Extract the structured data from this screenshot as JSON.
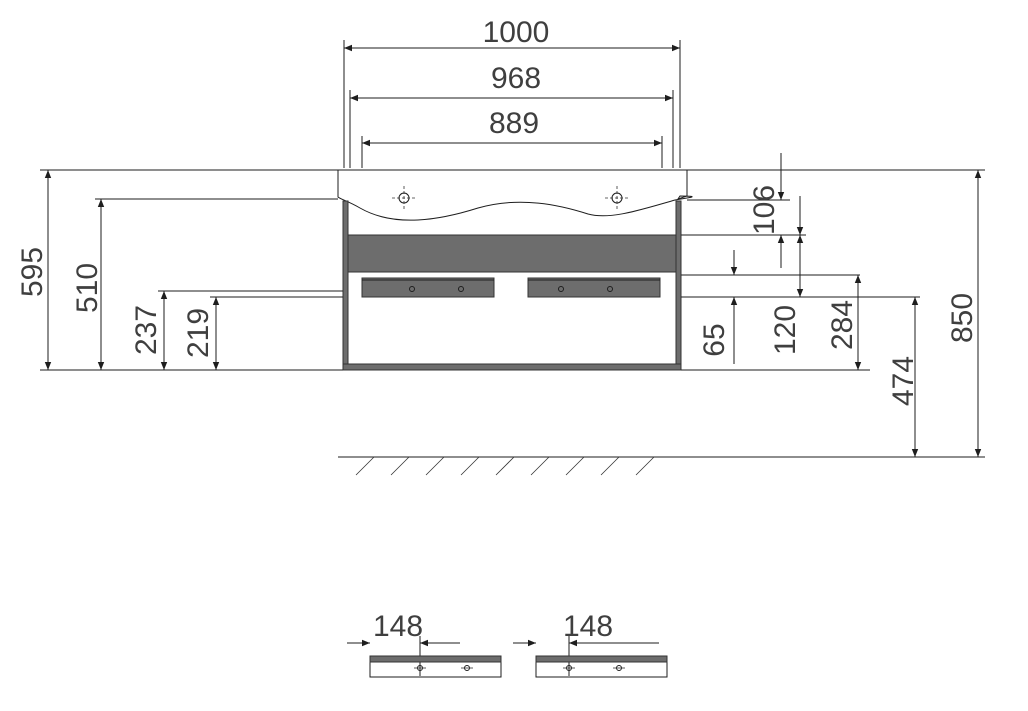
{
  "dimensions": {
    "width_overall": "1000",
    "width_frame": "968",
    "width_taps": "889",
    "basin_depth": "106",
    "h_595": "595",
    "h_510": "510",
    "h_237": "237",
    "h_219": "219",
    "h_65": "65",
    "h_120": "120",
    "h_284": "284",
    "h_474": "474",
    "h_850": "850",
    "drawer_left_offset": "148",
    "drawer_right_offset": "148"
  },
  "colors": {
    "frame": "#6d6d6d",
    "drawer": "#7a7a7a",
    "line": "#1e1e1e",
    "text": "#3f3f3f"
  }
}
